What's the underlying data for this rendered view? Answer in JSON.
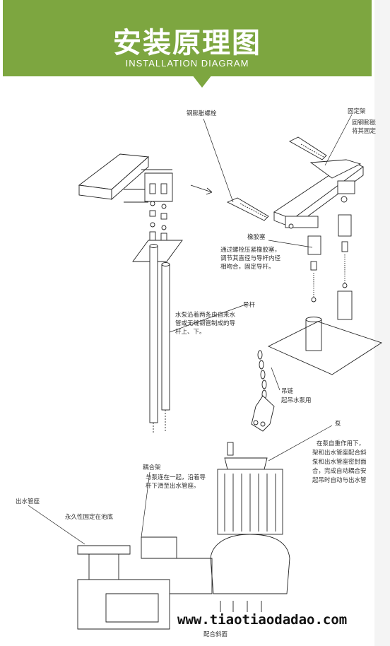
{
  "header": {
    "title": "安装原理图",
    "subtitle": "INSTALLATION DIAGRAM",
    "banner_color": "#7da640"
  },
  "labels": {
    "bolt": "钢膨胀螺栓",
    "fixed_frame": "固定架",
    "fixed_frame_desc": [
      "固钢膨胀",
      "将其固定"
    ],
    "rubber_plug": "橡胶塞",
    "rubber_plug_desc": [
      "通过螺栓压紧橡胶塞，",
      "调节其直径与导杆内径",
      "相吻合，固定导杆。"
    ],
    "guide_rod": "导杆",
    "guide_rod_desc": [
      "水泵沿着两条由自来水",
      "管或无缝钢管制成的导",
      "杆上、下。"
    ],
    "chain": "吊链",
    "chain_desc": "起吊水泵用",
    "pump": "泵",
    "pump_desc": [
      "在泵自重作用下，",
      "架和出水管座配合斜",
      "泵和出水管座密封面",
      "合，完成自动耦合安",
      "起吊时自动与出水管"
    ],
    "coupling": "耦合架",
    "coupling_desc": [
      "与泵连在一起，沿着导",
      "杆下滑至出水管座。"
    ],
    "outlet_seat": "出水管座",
    "outlet_seat_desc": "永久性固定在池底",
    "bottom_cut": "配合斜面"
  },
  "watermark": "www.tiaotiaodadao.com"
}
